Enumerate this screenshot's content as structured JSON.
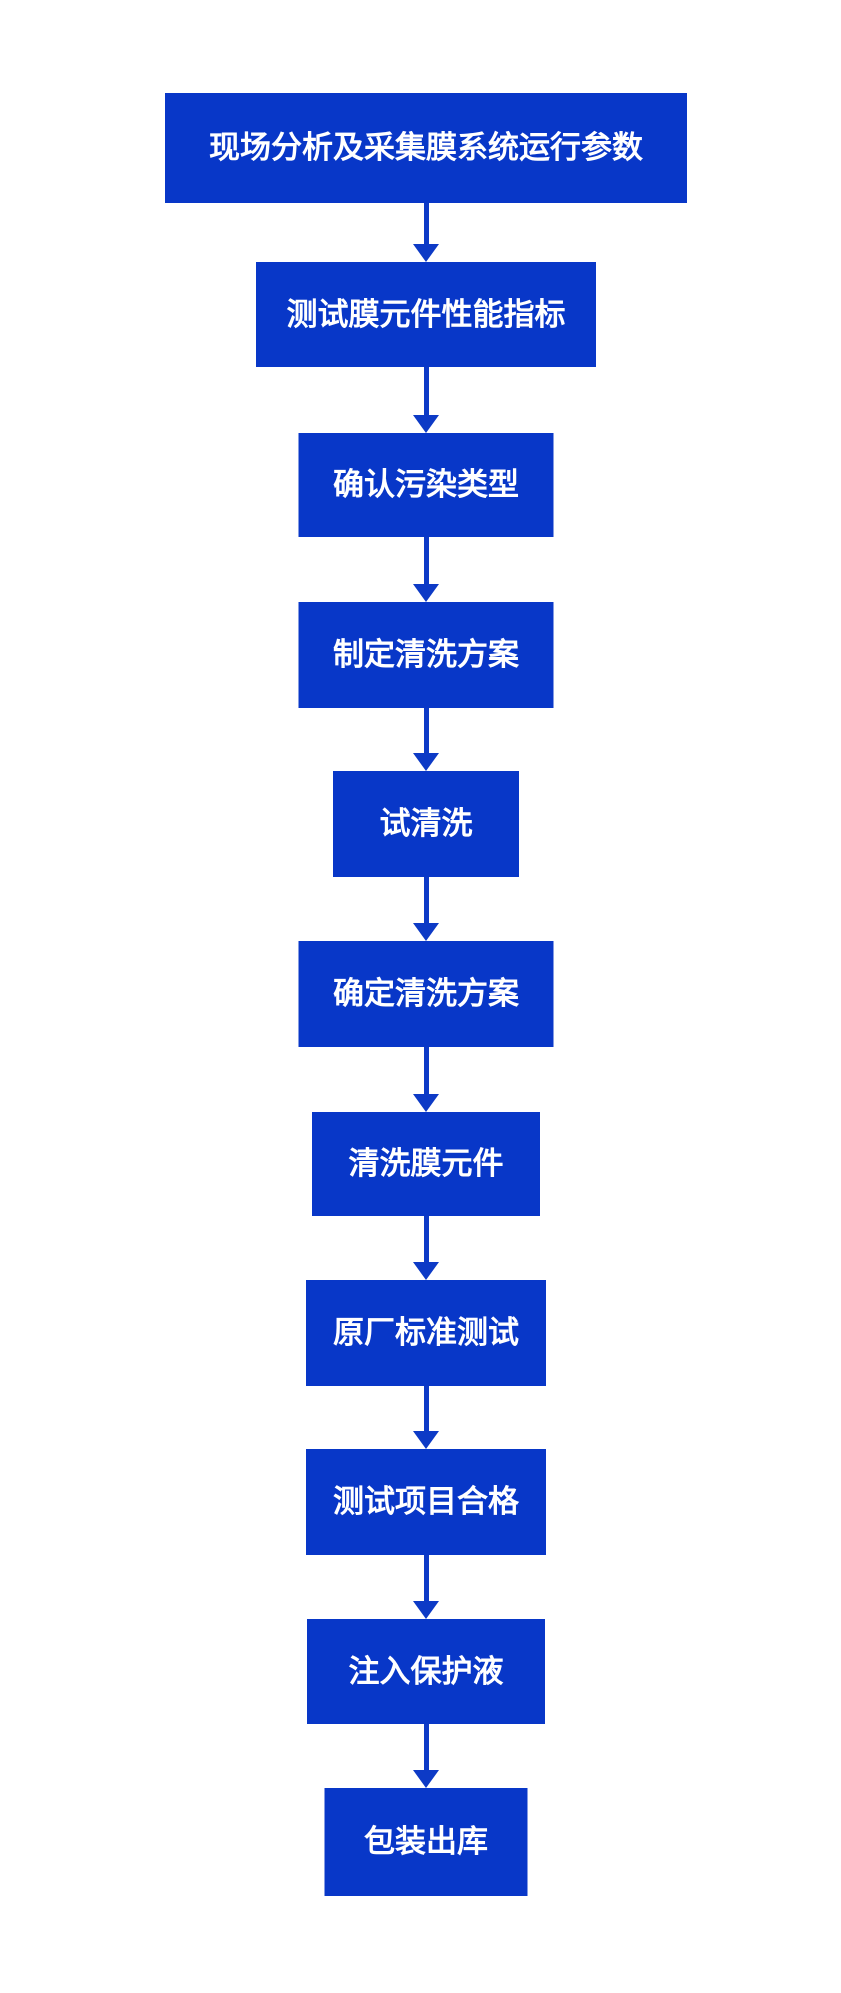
{
  "diagram": {
    "type": "flowchart",
    "direction": "top-down",
    "steps": [
      {
        "label": "现场分析及采集膜系统运行参数"
      },
      {
        "label": "测试膜元件性能指标"
      },
      {
        "label": "确认污染类型"
      },
      {
        "label": "制定清洗方案"
      },
      {
        "label": "试清洗"
      },
      {
        "label": "确定清洗方案"
      },
      {
        "label": "清洗膜元件"
      },
      {
        "label": "原厂标准测试"
      },
      {
        "label": "测试项目合格"
      },
      {
        "label": "注入保护液"
      },
      {
        "label": "包装出库"
      }
    ]
  },
  "colors": {
    "node_fill": "#0837c8",
    "arrow": "#0d3ac6",
    "node_text": "#ffffff",
    "background": "#ffffff"
  }
}
